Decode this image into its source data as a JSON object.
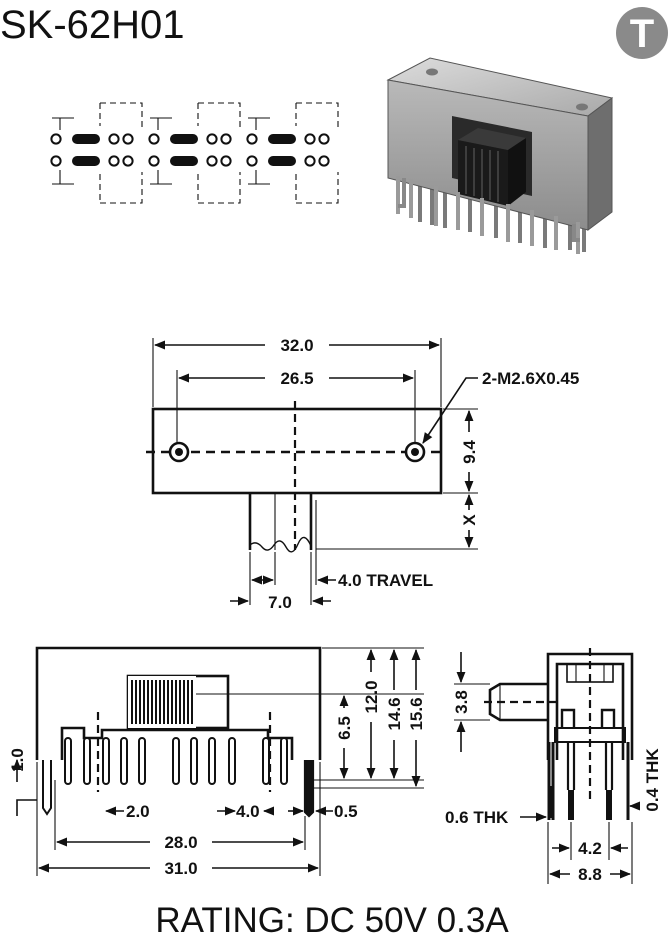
{
  "title": "SK-62H01",
  "logo": {
    "letter": "T",
    "color": "#8a8a8a"
  },
  "top_view": {
    "overall_width": "32.0",
    "hole_spacing": "26.5",
    "thread_callout": "2-M2.6X0.45",
    "body_height": "9.4",
    "actuator_length": "X",
    "travel": "4.0 TRAVEL",
    "actuator_width": "7.0"
  },
  "front_view": {
    "pin_height": "1.0",
    "actuator_height": "6.5",
    "height_12": "12.0",
    "height_146": "14.6",
    "height_156": "15.6",
    "pitch": "2.0",
    "gap": "4.0",
    "pin_thickness": "0.5",
    "pin_span": "28.0",
    "total_width": "31.0"
  },
  "side_view": {
    "actuator_offset": "3.8",
    "thk_left": "0.6 THK",
    "thk_right": "0.4 THK",
    "row_spacing": "4.2",
    "overall_depth": "8.8"
  },
  "rating": "RATING: DC 50V 0.3A"
}
